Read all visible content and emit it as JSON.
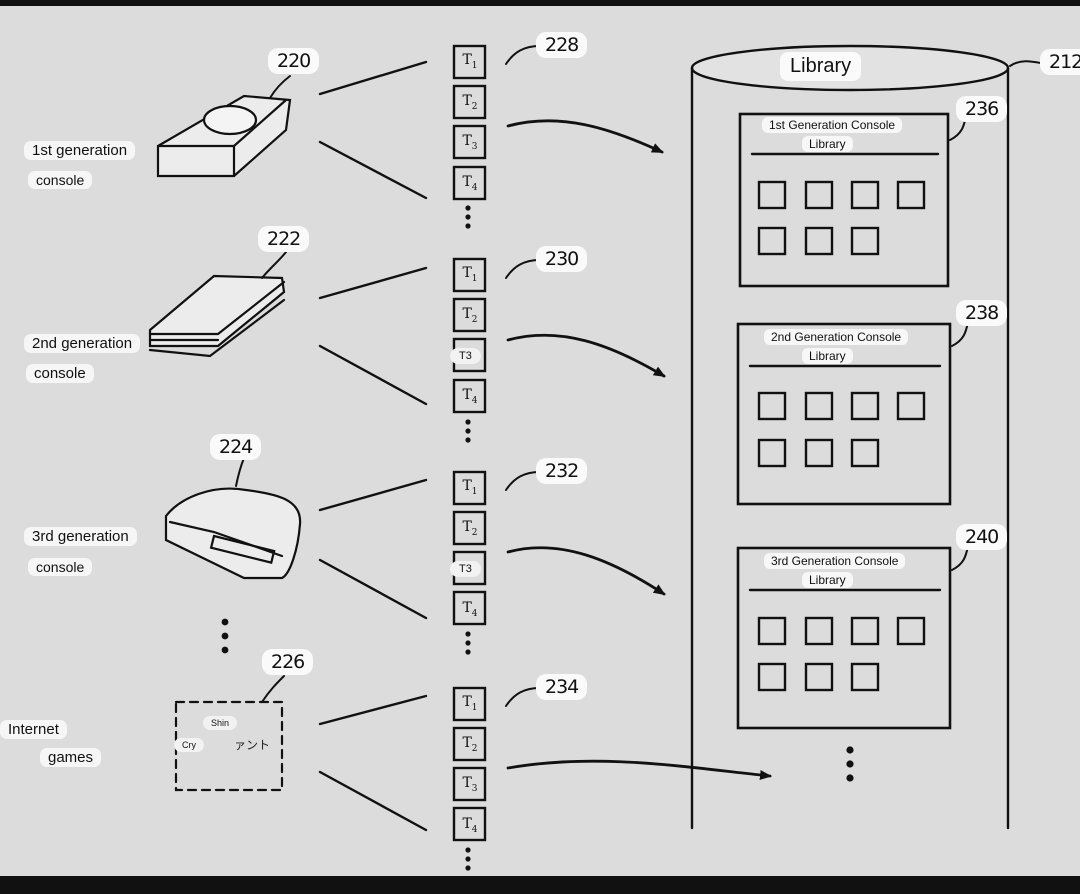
{
  "library": {
    "title": "Library",
    "ref": "212"
  },
  "consoles": [
    {
      "line1": "1st generation",
      "line2": "console",
      "ref": "220"
    },
    {
      "line1": "2nd generation",
      "line2": "console",
      "ref": "222"
    },
    {
      "line1": "3rd generation",
      "line2": "console",
      "ref": "224"
    },
    {
      "line1": "Internet",
      "line2": "games",
      "ref": "226"
    }
  ],
  "stacks": [
    {
      "ref": "228",
      "items": [
        "T1",
        "T2",
        "T3",
        "T4"
      ]
    },
    {
      "ref": "230",
      "items": [
        "T1",
        "T2",
        "T3",
        "T4"
      ]
    },
    {
      "ref": "232",
      "items": [
        "T1",
        "T2",
        "T3",
        "T4"
      ]
    },
    {
      "ref": "234",
      "items": [
        "T1",
        "T2",
        "T3",
        "T4"
      ]
    }
  ],
  "panels": [
    {
      "ref": "236",
      "line1": "1st Generation Console",
      "line2": "Library"
    },
    {
      "ref": "238",
      "line1": "2nd Generation Console",
      "line2": "Library"
    },
    {
      "ref": "240",
      "line1": "3rd Generation Console",
      "line2": "Library"
    }
  ],
  "internet_icon": {
    "text1": "Shin",
    "text2": "Cry",
    "text3": "ァント"
  }
}
